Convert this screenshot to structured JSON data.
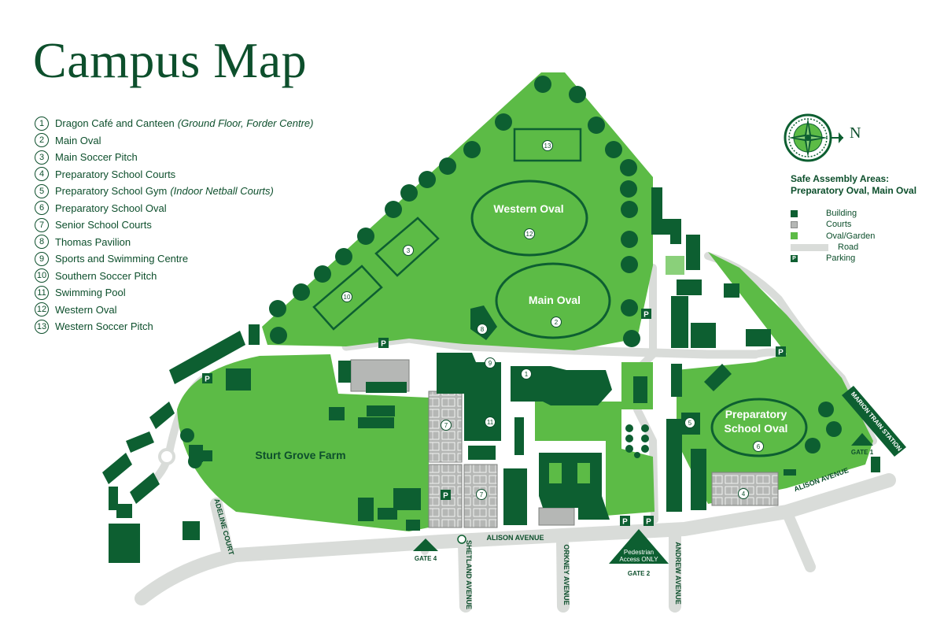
{
  "title": "Campus Map",
  "legend": [
    {
      "num": "1",
      "label": "Dragon Café and Canteen",
      "note": "(Ground Floor, Forder Centre)"
    },
    {
      "num": "2",
      "label": "Main Oval",
      "note": ""
    },
    {
      "num": "3",
      "label": "Main Soccer Pitch",
      "note": ""
    },
    {
      "num": "4",
      "label": "Preparatory School Courts",
      "note": ""
    },
    {
      "num": "5",
      "label": "Preparatory School Gym",
      "note": "(Indoor Netball Courts)"
    },
    {
      "num": "6",
      "label": "Preparatory School Oval",
      "note": ""
    },
    {
      "num": "7",
      "label": "Senior School Courts",
      "note": ""
    },
    {
      "num": "8",
      "label": "Thomas Pavilion",
      "note": ""
    },
    {
      "num": "9",
      "label": "Sports and Swimming Centre",
      "note": ""
    },
    {
      "num": "10",
      "label": "Southern Soccer Pitch",
      "note": ""
    },
    {
      "num": "11",
      "label": "Swimming Pool",
      "note": ""
    },
    {
      "num": "12",
      "label": "Western Oval",
      "note": ""
    },
    {
      "num": "13",
      "label": "Western Soccer Pitch",
      "note": ""
    }
  ],
  "key": {
    "heading_line1": "Safe Assembly Areas:",
    "heading_line2": "Preparatory Oval, Main Oval",
    "building": "Building",
    "courts": "Courts",
    "oval_garden": "Oval/Garden",
    "road": "Road",
    "parking": "Parking",
    "parking_glyph": "P"
  },
  "compass": {
    "north": "N"
  },
  "map": {
    "western_oval": "Western Oval",
    "main_oval": "Main Oval",
    "prep_oval_line1": "Preparatory",
    "prep_oval_line2": "School Oval",
    "sturt_grove_farm": "Sturt Grove Farm",
    "pedestrian_line1": "Pedestrian",
    "pedestrian_line2": "Access ONLY",
    "gate1": "GATE 1",
    "gate2": "GATE 2",
    "gate4": "GATE 4",
    "alison_avenue": "ALISON AVENUE",
    "alison_avenue_east": "ALISON AVENUE",
    "adeline_court": "ADELINE COURT",
    "shetland_avenue": "SHETLAND AVENUE",
    "orkney_avenue": "ORKNEY AVENUE",
    "andrew_avenue": "ANDREW AVENUE",
    "marion_train_station": "MARION TRAIN STATION",
    "parking_glyph": "P",
    "markers": {
      "m1": "1",
      "m2": "2",
      "m3": "3",
      "m4": "4",
      "m5": "5",
      "m6": "6",
      "m7a": "7",
      "m7b": "7",
      "m8": "8",
      "m9": "9",
      "m10": "10",
      "m11": "11",
      "m12": "12",
      "m13": "13"
    }
  },
  "colors": {
    "building": "#0d5f31",
    "field": "#5cbb46",
    "courts": "#b5b7b5",
    "road": "#d9dcd9",
    "text": "#0d4f2c"
  }
}
